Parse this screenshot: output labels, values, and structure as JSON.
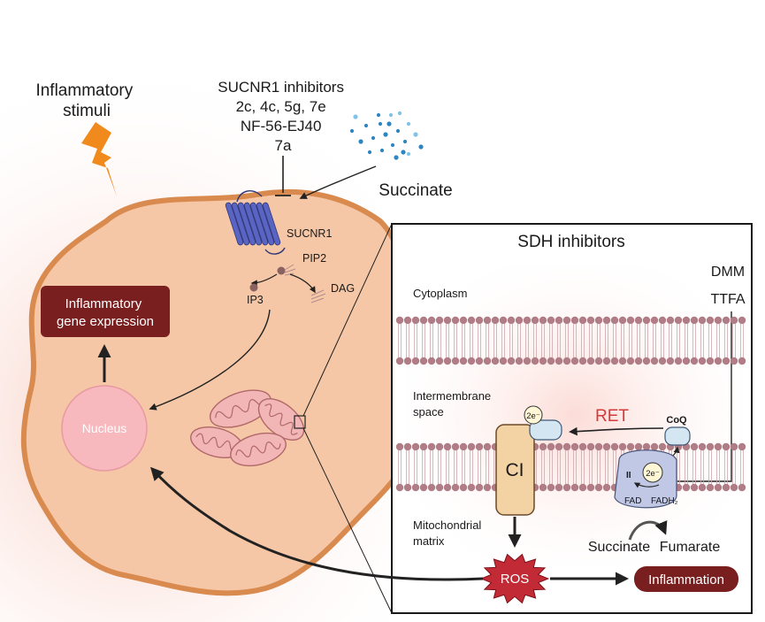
{
  "labels": {
    "inflammatory_stimuli": [
      "Inflammatory",
      "stimuli"
    ],
    "sucnr1_inhibitors": [
      "SUCNR1 inhibitors",
      "2c, 4c, 5g, 7e",
      "NF-56-EJ40",
      "7a"
    ],
    "succinate_top": "Succinate",
    "sucnr1": "SUCNR1",
    "pip2": "PIP2",
    "ip3": "IP3",
    "dag": "DAG",
    "gene_expression": [
      "Inflammatory",
      "gene expression"
    ],
    "nucleus": "Nucleus"
  },
  "inset": {
    "title": "SDH inhibitors",
    "inhibitors": [
      "DMM",
      "TTFA"
    ],
    "cytoplasm": "Cytoplasm",
    "intermembrane": [
      "Intermembrane",
      "space"
    ],
    "matrix": [
      "Mitochondrial",
      "matrix"
    ],
    "ci": "CI",
    "electrons_ci": "2e⁻",
    "electrons_ii": "2e⁻",
    "ret": "RET",
    "coq": "CoQ",
    "complex_ii": "II",
    "fad": "FAD",
    "fadh2": "FADH₂",
    "succinate": "Succinate",
    "fumarate": "Fumarate",
    "ros": "ROS",
    "inflammation": "Inflammation"
  },
  "colors": {
    "cell_fill": "#f6c7a6",
    "cell_stroke": "#d98a4f",
    "dark_red": "#7a1f1f",
    "ros": "#c22b35",
    "ret": "#d43a3a",
    "membrane_head": "#b07c86",
    "lightning": "#f08a1c",
    "receptor": "#5a64c2",
    "mito": "#f2b6b6",
    "nucleus": "#f7b8be",
    "ci_fill": "#f3d2a3",
    "complex_ii": "#c0c8e6",
    "dots": "#2e86c1"
  }
}
